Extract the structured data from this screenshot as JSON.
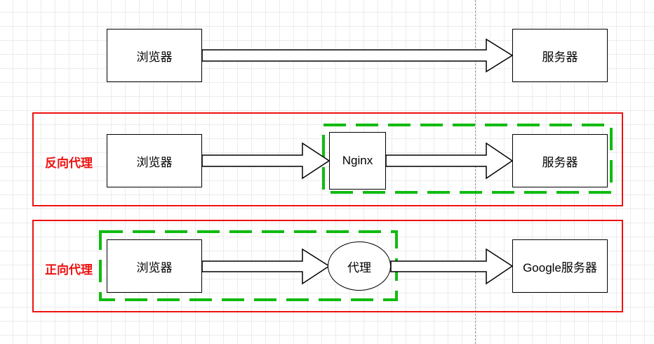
{
  "diagram": {
    "top_row": {
      "browser": "浏览器",
      "server": "服务器"
    },
    "reverse_proxy": {
      "title": "反向代理",
      "browser": "浏览器",
      "proxy": "Nginx",
      "server": "服务器"
    },
    "forward_proxy": {
      "title": "正向代理",
      "browser": "浏览器",
      "proxy": "代理",
      "server": "Google服务器"
    }
  },
  "colors": {
    "group_border": "#ee1111",
    "dashed_region": "#11bb11",
    "stroke": "#000000"
  }
}
